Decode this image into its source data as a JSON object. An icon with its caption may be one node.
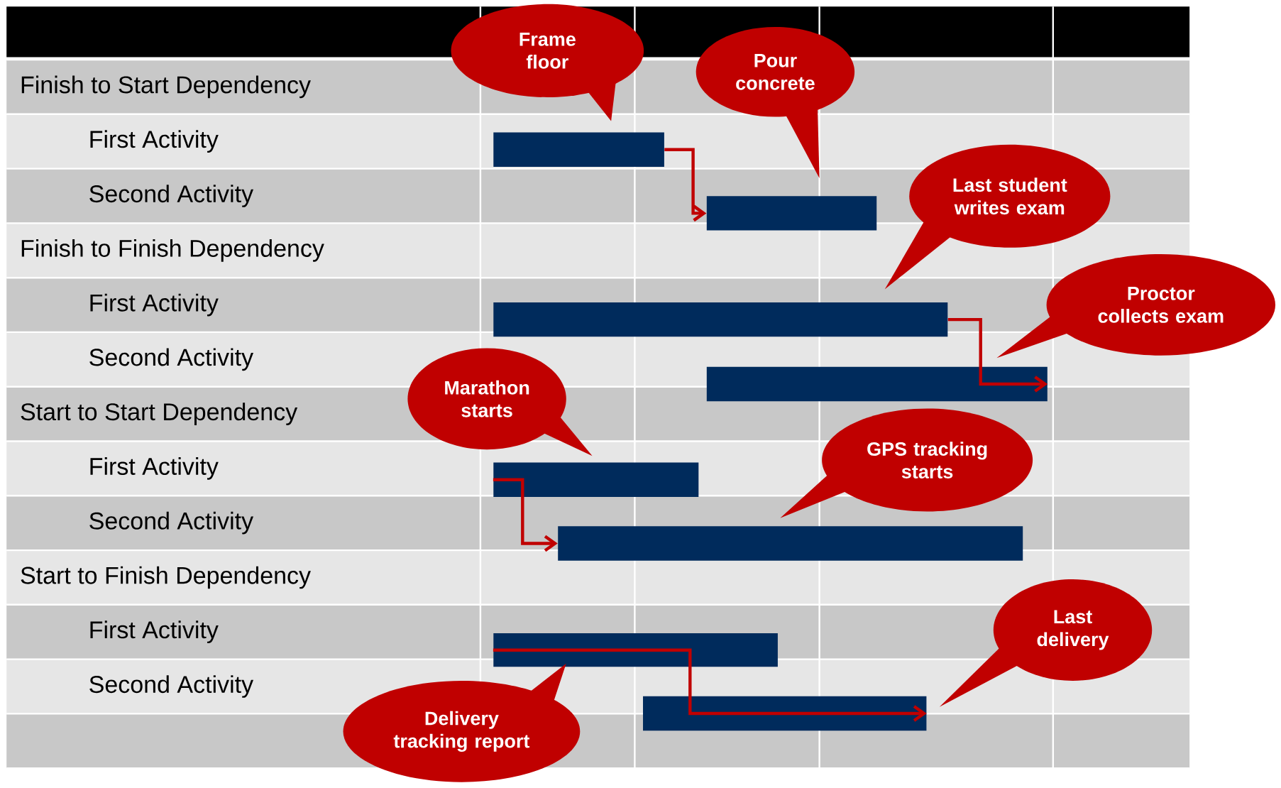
{
  "diagram": {
    "nodes": [
      {
        "text": [
          "Frame floor"
        ]
      },
      {
        "text": [
          "Pour concrete"
        ]
      },
      {
        "text": [],
        "shape": "bar"
      },
      {
        "text": [],
        "shape": "bar"
      },
      {
        "text": [
          "Last student writes exam"
        ]
      },
      {
        "text": [
          "Proctor collects exam"
        ]
      },
      {
        "text": [],
        "shape": "bar"
      },
      {
        "text": [],
        "shape": "bar"
      },
      {
        "text": [
          "Marathon starts"
        ]
      },
      {
        "text": [],
        "shape": "bar"
      },
      {
        "text": [
          "GPS tracking starts"
        ]
      },
      {
        "text": [],
        "shape": "bar"
      },
      {
        "text": [],
        "shape": "bar"
      },
      {
        "text": [
          "Last delivery"
        ]
      },
      {
        "text": [],
        "shape": "bar"
      },
      {
        "text": [
          "Delivery tracking report"
        ]
      }
    ],
    "edges": [
      {
        "from": 2,
        "to": 3,
        "arrow": "to"
      },
      {
        "from": 6,
        "to": 7,
        "arrow": "to"
      },
      {
        "from": 9,
        "to": 11,
        "arrow": "to"
      },
      {
        "from": 12,
        "to": 14,
        "arrow": "to"
      }
    ],
    "labels": [
      "Finish to Start Dependency",
      "First Activity",
      "Second Activity",
      "Finish to Finish Dependency",
      "First Activity",
      "Second Activity",
      "Start to Start Dependency",
      "First Activity",
      "Second Activity",
      "Start to Finish Dependency",
      "First Activity",
      "Second Activity"
    ]
  }
}
